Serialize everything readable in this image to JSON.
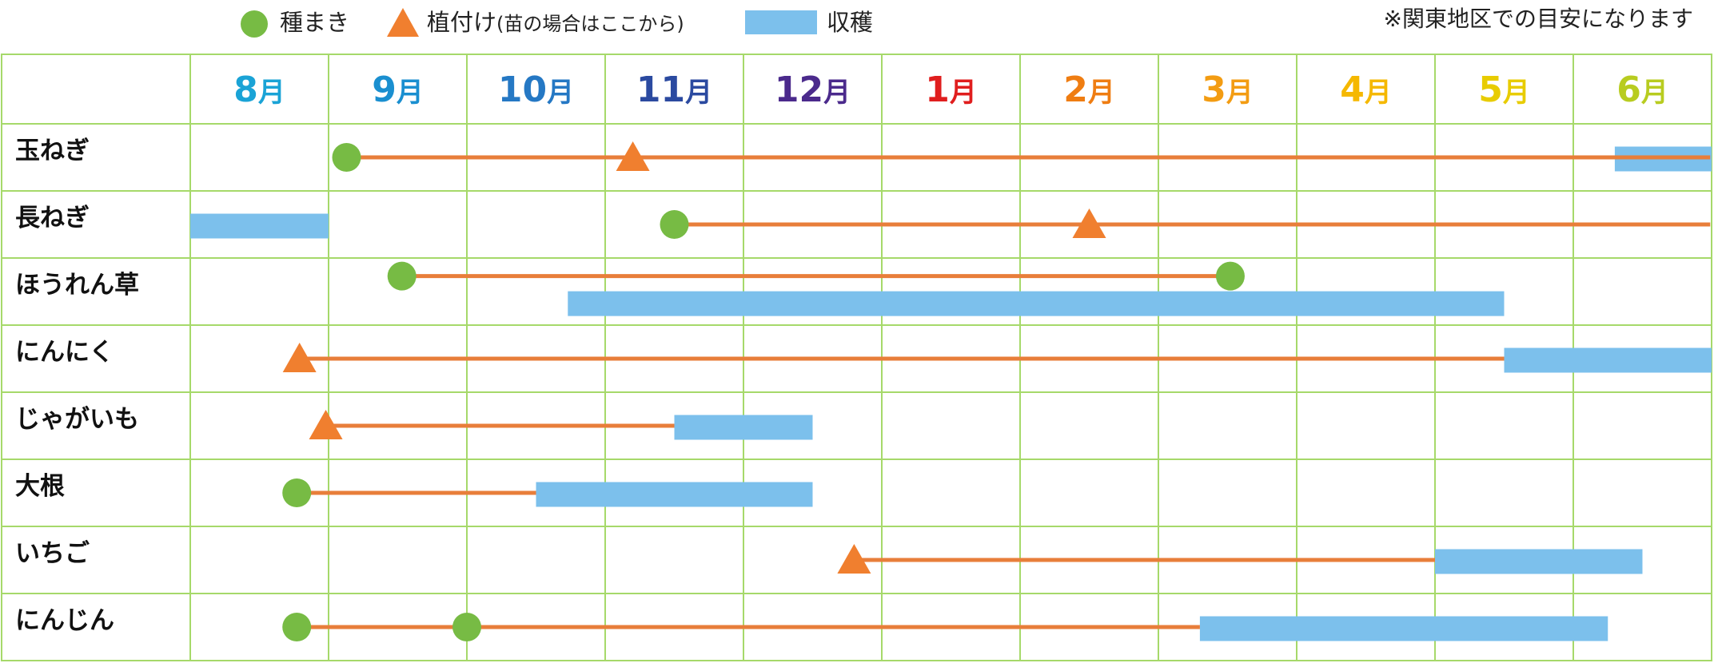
{
  "legend": {
    "sowing_label": "種まき",
    "planting_label": "植付け",
    "planting_note": "(苗の場合はここから)",
    "harvest_label": "収穫",
    "note": "※関東地区での目安になります"
  },
  "colors": {
    "grid": "#a6d96a",
    "sowing": "#77bb44",
    "planting": "#f07f2f",
    "line": "#e87e3a",
    "harvest": "#7cc0ec"
  },
  "chart_data": {
    "type": "gantt",
    "months": [
      {
        "label": "8",
        "suffix": "月",
        "color": "#1aa3d6"
      },
      {
        "label": "9",
        "suffix": "月",
        "color": "#1a8fd0"
      },
      {
        "label": "10",
        "suffix": "月",
        "color": "#2578c4"
      },
      {
        "label": "11",
        "suffix": "月",
        "color": "#2b4aa0"
      },
      {
        "label": "12",
        "suffix": "月",
        "color": "#4b2a8c"
      },
      {
        "label": "1",
        "suffix": "月",
        "color": "#e01e1e"
      },
      {
        "label": "2",
        "suffix": "月",
        "color": "#ef7d12"
      },
      {
        "label": "3",
        "suffix": "月",
        "color": "#f39c12"
      },
      {
        "label": "4",
        "suffix": "月",
        "color": "#f5b800"
      },
      {
        "label": "5",
        "suffix": "月",
        "color": "#e8cc00"
      },
      {
        "label": "6",
        "suffix": "月",
        "color": "#b8cc20"
      }
    ],
    "rows": [
      {
        "name": "玉ねぎ",
        "line": [
          1.13,
          10.99
        ],
        "sowing": [
          1.13
        ],
        "planting": [
          3.2
        ],
        "harvest": [
          [
            10.3,
            11.0
          ]
        ],
        "harvest_lane": "center"
      },
      {
        "name": "長ねぎ",
        "line": [
          3.5,
          10.99
        ],
        "sowing": [
          3.5
        ],
        "planting": [
          6.5
        ],
        "harvest": [
          [
            0.0,
            1.0
          ]
        ],
        "harvest_lane": "center"
      },
      {
        "name": "ほうれん草",
        "line": [
          1.53,
          7.52
        ],
        "line_lane": "upper",
        "sowing": [
          1.53,
          7.52
        ],
        "planting": [],
        "harvest": [
          [
            2.73,
            9.5
          ]
        ],
        "harvest_lane": "lower"
      },
      {
        "name": "にんにく",
        "line": [
          0.79,
          9.5
        ],
        "sowing": [],
        "planting": [
          0.79
        ],
        "harvest": [
          [
            9.5,
            11.0
          ]
        ],
        "harvest_lane": "center"
      },
      {
        "name": "じゃがいも",
        "line": [
          0.98,
          3.5
        ],
        "sowing": [],
        "planting": [
          0.98
        ],
        "harvest": [
          [
            3.5,
            4.5
          ]
        ],
        "harvest_lane": "center"
      },
      {
        "name": "大根",
        "line": [
          0.77,
          2.5
        ],
        "sowing": [
          0.77
        ],
        "planting": [],
        "harvest": [
          [
            2.5,
            4.5
          ]
        ],
        "harvest_lane": "center"
      },
      {
        "name": "いちご",
        "line": [
          4.8,
          9.0
        ],
        "sowing": [],
        "planting": [
          4.8
        ],
        "harvest": [
          [
            9.0,
            10.5
          ]
        ],
        "harvest_lane": "center"
      },
      {
        "name": "にんじん",
        "line": [
          0.77,
          7.3
        ],
        "sowing": [
          0.77,
          2.0
        ],
        "planting": [],
        "harvest": [
          [
            7.3,
            10.25
          ]
        ],
        "harvest_lane": "center"
      }
    ]
  }
}
